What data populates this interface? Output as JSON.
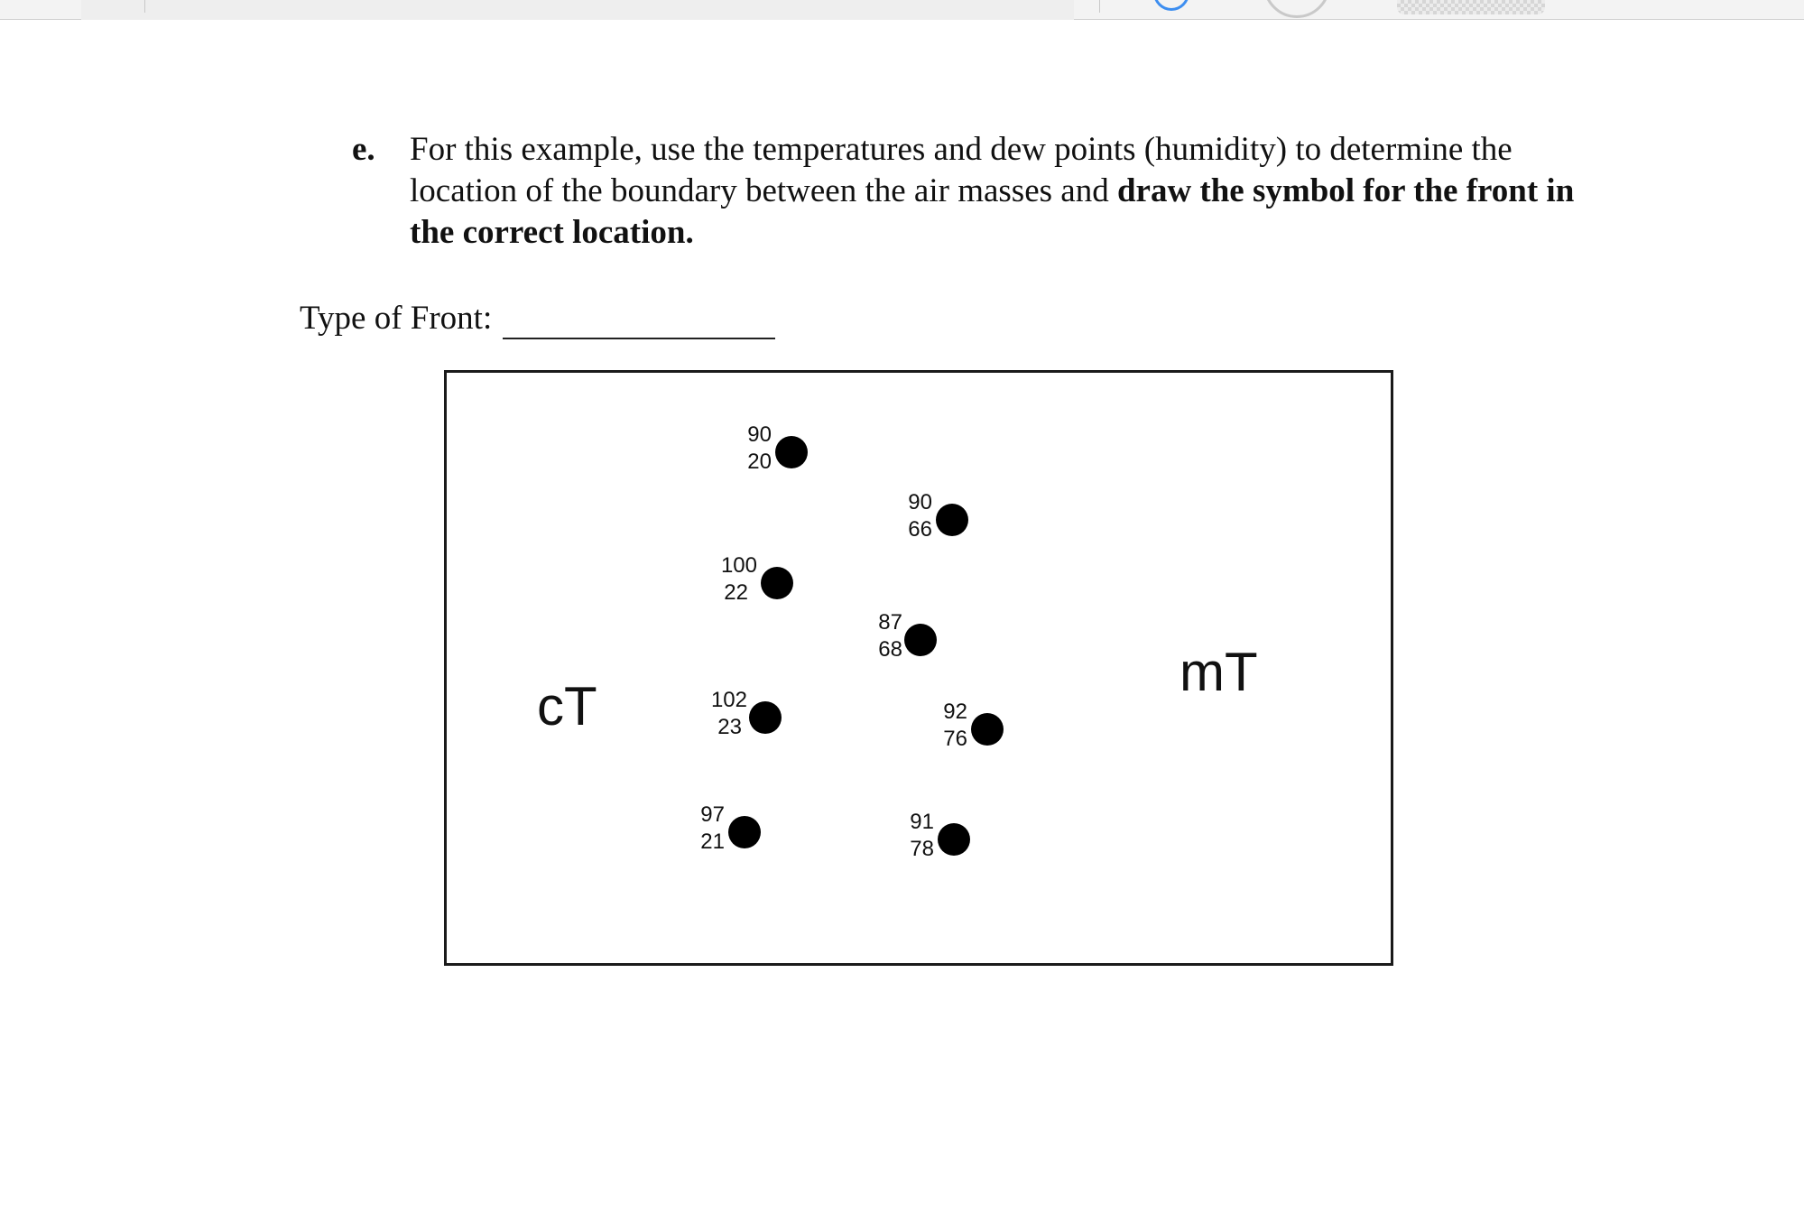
{
  "question": {
    "letter": "e.",
    "text_plain": "For this example, use the temperatures and dew points (humidity) to determine the location of the boundary between the air masses and ",
    "text_bold": "draw the symbol for the front in the correct location."
  },
  "answer": {
    "label": "Type of Front:"
  },
  "map": {
    "air_masses": [
      {
        "label": "cT"
      },
      {
        "label": "mT"
      }
    ],
    "stations": [
      {
        "temperature": "90",
        "dew_point": "20"
      },
      {
        "temperature": "90",
        "dew_point": "66"
      },
      {
        "temperature": "100",
        "dew_point": "22"
      },
      {
        "temperature": "87",
        "dew_point": "68"
      },
      {
        "temperature": "102",
        "dew_point": "23"
      },
      {
        "temperature": "92",
        "dew_point": "76"
      },
      {
        "temperature": "97",
        "dew_point": "21"
      },
      {
        "temperature": "91",
        "dew_point": "78"
      }
    ]
  }
}
